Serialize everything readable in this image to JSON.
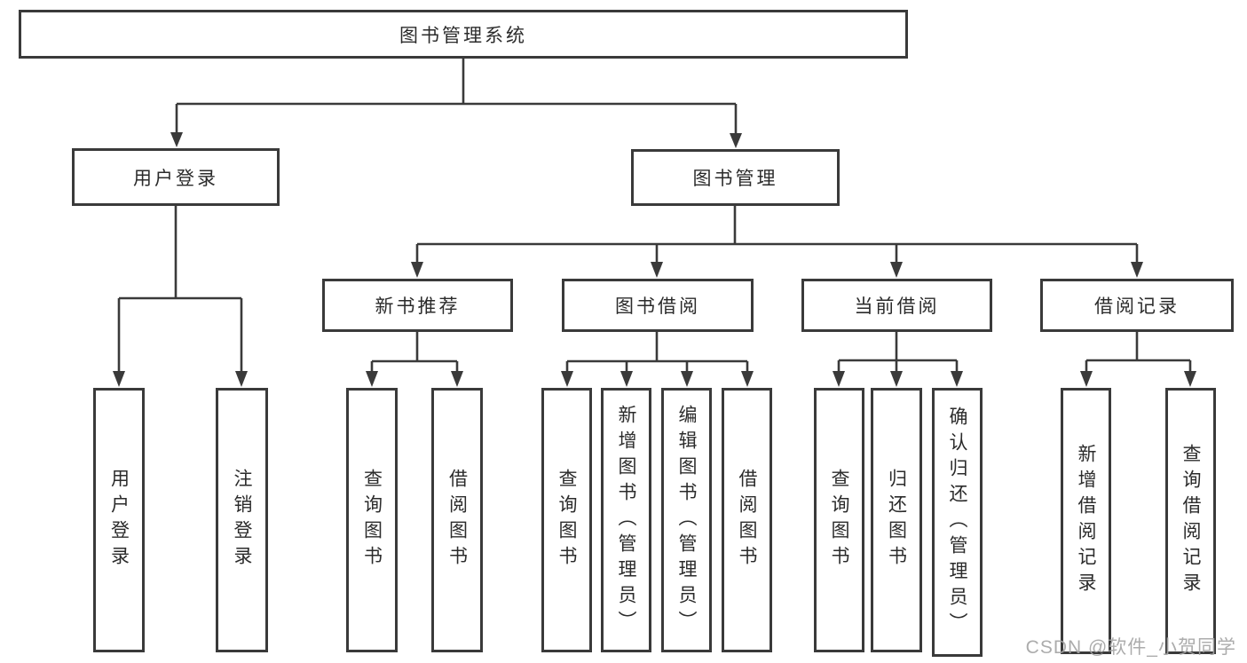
{
  "diagram": {
    "root": {
      "label": "图书管理系统"
    },
    "branches": [
      {
        "label": "用户登录",
        "children": [
          {
            "label": "用户登录"
          },
          {
            "label": "注销登录"
          }
        ]
      },
      {
        "label": "图书管理",
        "children": [
          {
            "label": "新书推荐",
            "children": [
              {
                "label": "查询图书"
              },
              {
                "label": "借阅图书"
              }
            ]
          },
          {
            "label": "图书借阅",
            "children": [
              {
                "label": "查询图书"
              },
              {
                "label": "新增图书（管理员）"
              },
              {
                "label": "编辑图书（管理员）"
              },
              {
                "label": "借阅图书"
              }
            ]
          },
          {
            "label": "当前借阅",
            "children": [
              {
                "label": "查询图书"
              },
              {
                "label": "归还图书"
              },
              {
                "label": "确认归还（管理员）"
              }
            ]
          },
          {
            "label": "借阅记录",
            "children": [
              {
                "label": "新增借阅记录"
              },
              {
                "label": "查询借阅记录"
              }
            ]
          }
        ]
      }
    ]
  },
  "watermark": {
    "text": "CSDN @软件_小贺同学"
  },
  "colors": {
    "line": "#3a3a3a",
    "box_border": "#3a3a3a",
    "box_background": "#ffffff",
    "text": "#2b2b2b",
    "watermark": "#a5a5a5",
    "background": "#ffffff"
  }
}
